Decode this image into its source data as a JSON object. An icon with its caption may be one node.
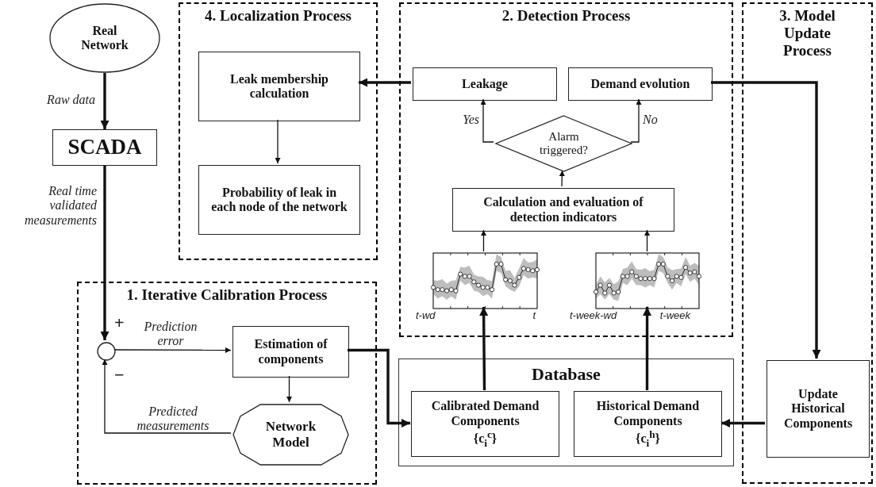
{
  "diagram": {
    "nodes": [
      {
        "text": [
          "Real Network"
        ]
      },
      {
        "text": [
          "SCADA"
        ]
      },
      {
        "text": [
          "4. Localization Process"
        ]
      },
      {
        "text": [
          "Leak membership calculation"
        ],
        "in": 2
      },
      {
        "text": [
          "Probability of leak in each node of the network"
        ],
        "in": 2
      },
      {
        "text": [
          "2. Detection Process"
        ]
      },
      {
        "text": [
          "Leakage"
        ],
        "in": 5
      },
      {
        "text": [
          "Demand evolution"
        ],
        "in": 5
      },
      {
        "text": [
          "Alarm triggered?"
        ],
        "in": 5
      },
      {
        "text": [
          "Calculation and evaluation of detection indicators"
        ],
        "in": 5
      },
      {
        "text": [],
        "shape": "picture",
        "in": 5,
        "beside": [
          "t-wd",
          "t"
        ]
      },
      {
        "text": [],
        "shape": "picture",
        "in": 5,
        "beside": [
          "t-week-wd",
          "t-week"
        ]
      },
      {
        "text": [
          "3. Model Update Process"
        ]
      },
      {
        "text": [
          "Update Historical Components"
        ],
        "in": 12
      },
      {
        "text": [
          "1. Iterative Calibration Process"
        ]
      },
      {
        "text": [],
        "shape": "circle",
        "in": 14
      },
      {
        "text": [
          "Estimation of components"
        ],
        "in": 14
      },
      {
        "text": [
          "Network Model"
        ],
        "in": 14
      },
      {
        "text": [
          "Database"
        ]
      },
      {
        "text": [
          "Calibrated Demand Components",
          "{**c**$_{i}$$^{c}$}"
        ],
        "in": 18
      },
      {
        "text": [
          "Historical Demand Components",
          "{**c**$_{i}$$^{h}$}"
        ],
        "in": 18
      }
    ],
    "edges": [
      {
        "from": 0,
        "to": 1,
        "arrow": "to",
        "label": "Raw data",
        "style": "thick"
      },
      {
        "from": 1,
        "to": 15,
        "arrow": "to",
        "label": "Real time validated measurements",
        "style": "thick"
      },
      {
        "from": 15,
        "to": 16,
        "arrow": "to",
        "label": "Prediction error"
      },
      {
        "from": 16,
        "to": 17,
        "arrow": "to"
      },
      {
        "from": 17,
        "to": 15,
        "arrow": "to",
        "label": "Predicted measurements"
      },
      {
        "from": 16,
        "to": 19,
        "arrow": "to",
        "style": "thick"
      },
      {
        "from": 19,
        "to": 10,
        "arrow": "to",
        "style": "thick"
      },
      {
        "from": 20,
        "to": 11,
        "arrow": "to",
        "style": "thick"
      },
      {
        "from": 10,
        "to": 9,
        "arrow": "to"
      },
      {
        "from": 11,
        "to": 9,
        "arrow": "to"
      },
      {
        "from": 9,
        "to": 8,
        "arrow": "to"
      },
      {
        "from": 8,
        "to": 6,
        "arrow": "to",
        "label": "Yes"
      },
      {
        "from": 8,
        "to": 7,
        "arrow": "to",
        "label": "No"
      },
      {
        "from": 6,
        "to": 3,
        "arrow": "to",
        "style": "thick"
      },
      {
        "from": 3,
        "to": 4,
        "arrow": "to"
      },
      {
        "from": 7,
        "to": 13,
        "arrow": "to",
        "style": "thick"
      },
      {
        "from": 13,
        "to": 20,
        "arrow": "to",
        "style": "thick"
      }
    ],
    "labels": [
      "+",
      "−"
    ]
  }
}
